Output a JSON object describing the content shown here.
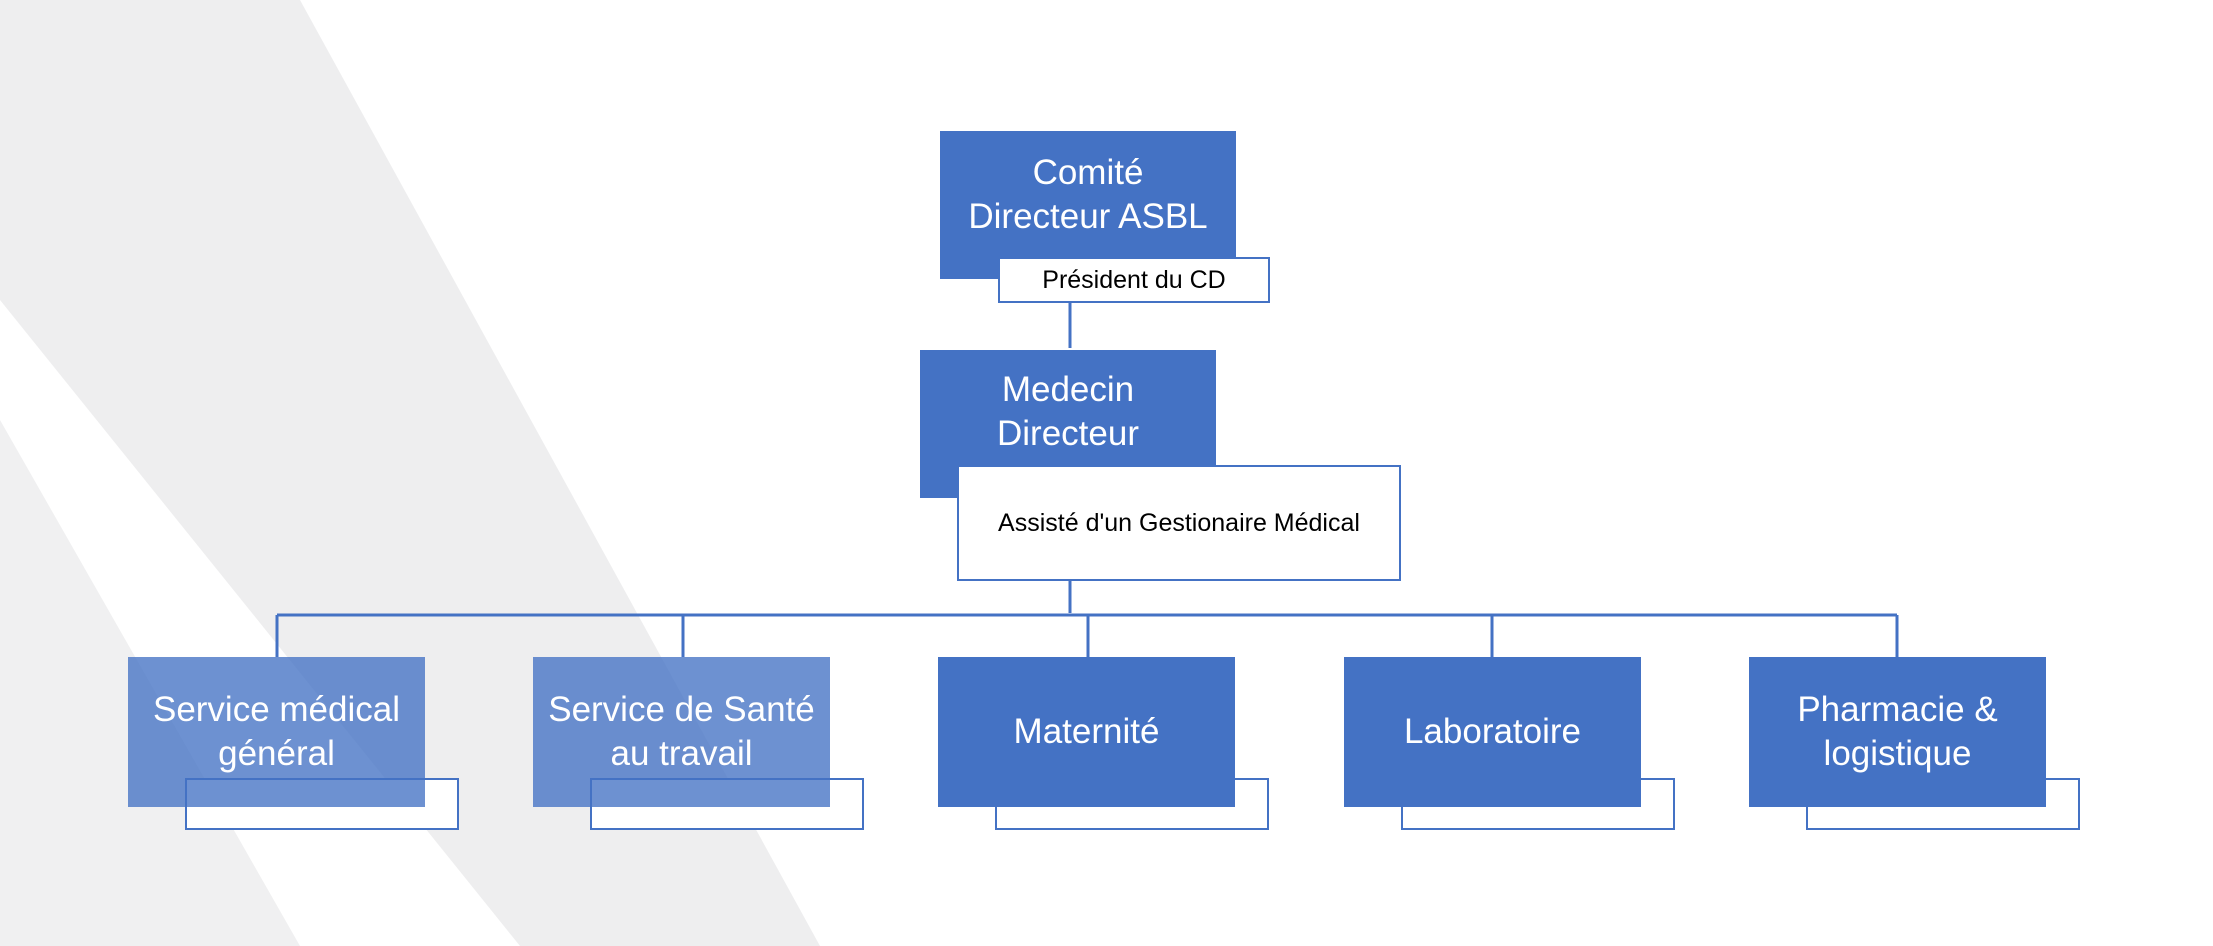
{
  "colors": {
    "box_fill": "#4472c4",
    "line": "#4472c4",
    "background_stripe": "#eeeeef"
  },
  "top": {
    "title_lines": [
      "Comité",
      "Directeur ASBL"
    ],
    "sub_label": "Président du CD"
  },
  "director": {
    "title_lines": [
      "Medecin",
      "Directeur"
    ],
    "sub_label": "Assisté d'un Gestionaire Médical"
  },
  "services": [
    {
      "lines": [
        "Service médical",
        "général"
      ]
    },
    {
      "lines": [
        "Service de Santé",
        "au travail"
      ]
    },
    {
      "lines": [
        "Maternité"
      ]
    },
    {
      "lines": [
        "Laboratoire"
      ]
    },
    {
      "lines": [
        "Pharmacie &",
        "logistique"
      ]
    }
  ]
}
